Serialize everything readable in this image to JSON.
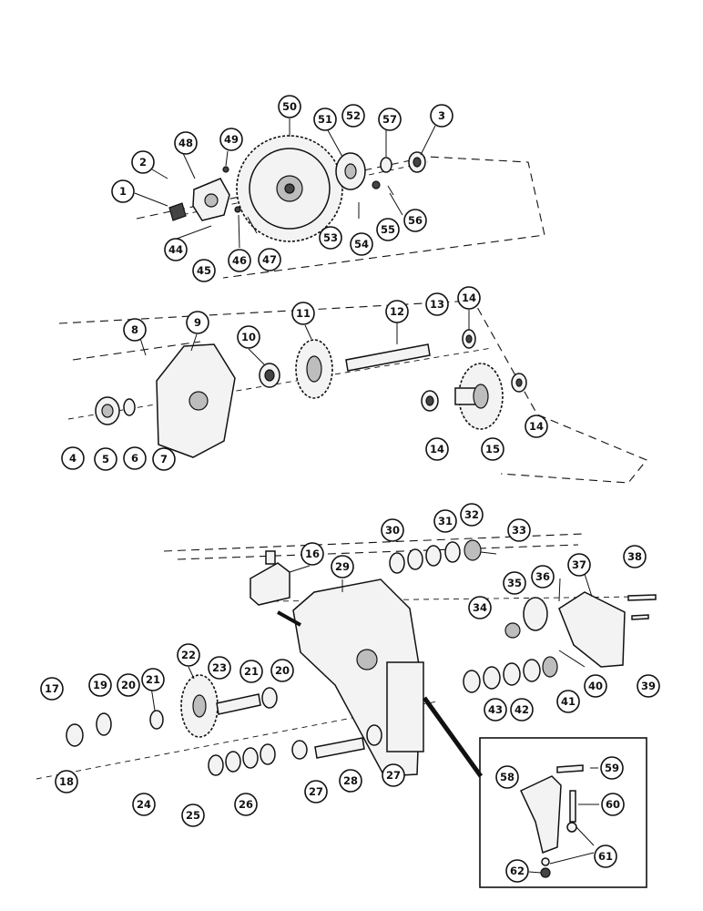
{
  "diagram": {
    "callouts": [
      "1",
      "2",
      "3",
      "4",
      "5",
      "6",
      "7",
      "8",
      "9",
      "10",
      "11",
      "12",
      "13",
      "14",
      "14",
      "14",
      "15",
      "16",
      "17",
      "18",
      "19",
      "20",
      "20",
      "21",
      "21",
      "22",
      "23",
      "24",
      "25",
      "26",
      "27",
      "27",
      "28",
      "29",
      "30",
      "31",
      "32",
      "33",
      "34",
      "35",
      "36",
      "37",
      "38",
      "39",
      "40",
      "41",
      "42",
      "43",
      "44",
      "45",
      "46",
      "47",
      "48",
      "49",
      "50",
      "51",
      "52",
      "53",
      "54",
      "55",
      "56",
      "57",
      "58",
      "59",
      "60",
      "61",
      "62"
    ],
    "inset_callouts": [
      "58",
      "59",
      "60",
      "61",
      "62"
    ]
  }
}
